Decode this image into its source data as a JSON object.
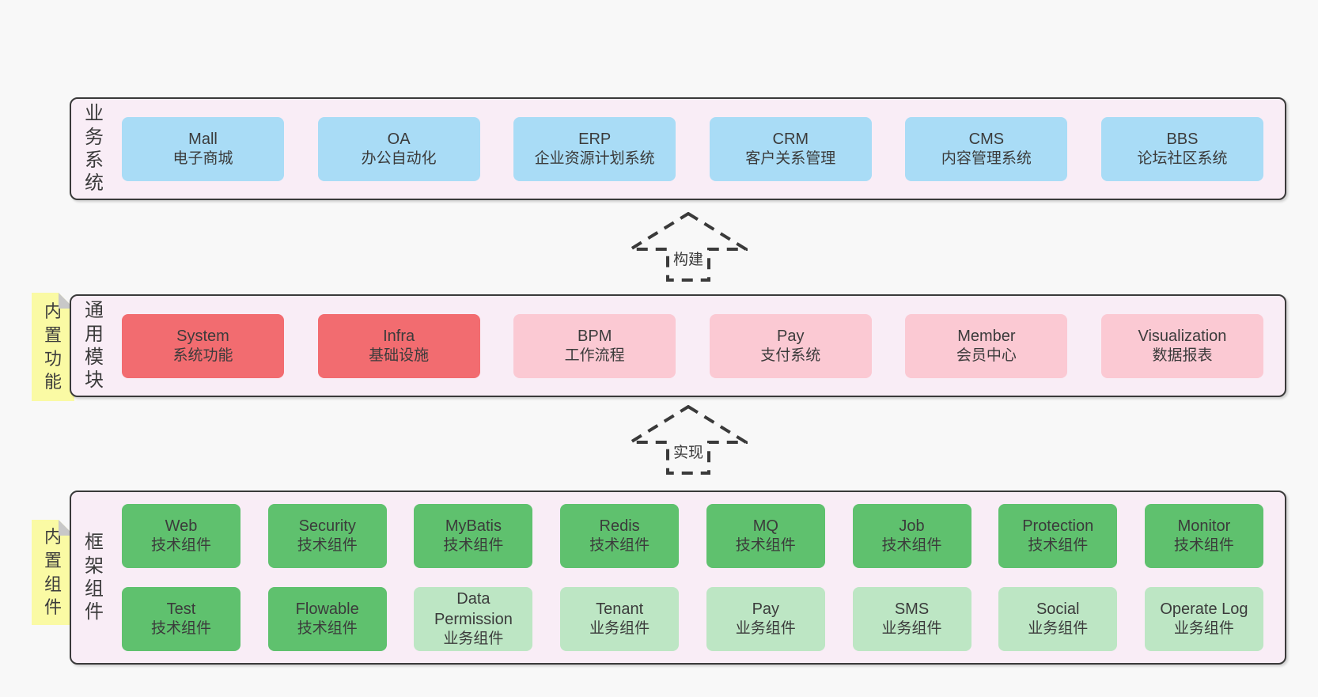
{
  "colors": {
    "page-bg": "#f8f8f8",
    "band-bg": "#f9edf6",
    "border": "#3a3a3a",
    "text": "#3b3b3b",
    "blue": "#a9dcf6",
    "red": "#f26c70",
    "pink": "#fbc9d3",
    "green": "#5fc16e",
    "lightgreen": "#bde6c4",
    "sticky": "#fafaa4",
    "fold": "#c8c8c8"
  },
  "arrows": [
    {
      "label": "构建"
    },
    {
      "label": "实现"
    }
  ],
  "bands": [
    {
      "label": "业务系统",
      "rows": [
        [
          {
            "name": "Mall",
            "sub": "电子商城",
            "type": "blue"
          },
          {
            "name": "OA",
            "sub": "办公自动化",
            "type": "blue"
          },
          {
            "name": "ERP",
            "sub": "企业资源计划系统",
            "type": "blue"
          },
          {
            "name": "CRM",
            "sub": "客户关系管理",
            "type": "blue"
          },
          {
            "name": "CMS",
            "sub": "内容管理系统",
            "type": "blue"
          },
          {
            "name": "BBS",
            "sub": "论坛社区系统",
            "type": "blue"
          }
        ]
      ]
    },
    {
      "label": "通用模块",
      "sticky": "内置功能",
      "rows": [
        [
          {
            "name": "System",
            "sub": "系统功能",
            "type": "red"
          },
          {
            "name": "Infra",
            "sub": "基础设施",
            "type": "red"
          },
          {
            "name": "BPM",
            "sub": "工作流程",
            "type": "pink"
          },
          {
            "name": "Pay",
            "sub": "支付系统",
            "type": "pink"
          },
          {
            "name": "Member",
            "sub": "会员中心",
            "type": "pink"
          },
          {
            "name": "Visualization",
            "sub": "数据报表",
            "type": "pink"
          }
        ]
      ]
    },
    {
      "label": "框架组件",
      "sticky": "内置组件",
      "rows": [
        [
          {
            "name": "Web",
            "sub": "技术组件",
            "type": "green"
          },
          {
            "name": "Security",
            "sub": "技术组件",
            "type": "green"
          },
          {
            "name": "MyBatis",
            "sub": "技术组件",
            "type": "green"
          },
          {
            "name": "Redis",
            "sub": "技术组件",
            "type": "green"
          },
          {
            "name": "MQ",
            "sub": "技术组件",
            "type": "green"
          },
          {
            "name": "Job",
            "sub": "技术组件",
            "type": "green"
          },
          {
            "name": "Protection",
            "sub": "技术组件",
            "type": "green"
          },
          {
            "name": "Monitor",
            "sub": "技术组件",
            "type": "green"
          }
        ],
        [
          {
            "name": "Test",
            "sub": "技术组件",
            "type": "green"
          },
          {
            "name": "Flowable",
            "sub": "技术组件",
            "type": "green"
          },
          {
            "name": "Data Permission",
            "sub": "业务组件",
            "type": "lightgreen"
          },
          {
            "name": "Tenant",
            "sub": "业务组件",
            "type": "lightgreen"
          },
          {
            "name": "Pay",
            "sub": "业务组件",
            "type": "lightgreen"
          },
          {
            "name": "SMS",
            "sub": "业务组件",
            "type": "lightgreen"
          },
          {
            "name": "Social",
            "sub": "业务组件",
            "type": "lightgreen"
          },
          {
            "name": "Operate Log",
            "sub": "业务组件",
            "type": "lightgreen"
          }
        ]
      ]
    }
  ]
}
